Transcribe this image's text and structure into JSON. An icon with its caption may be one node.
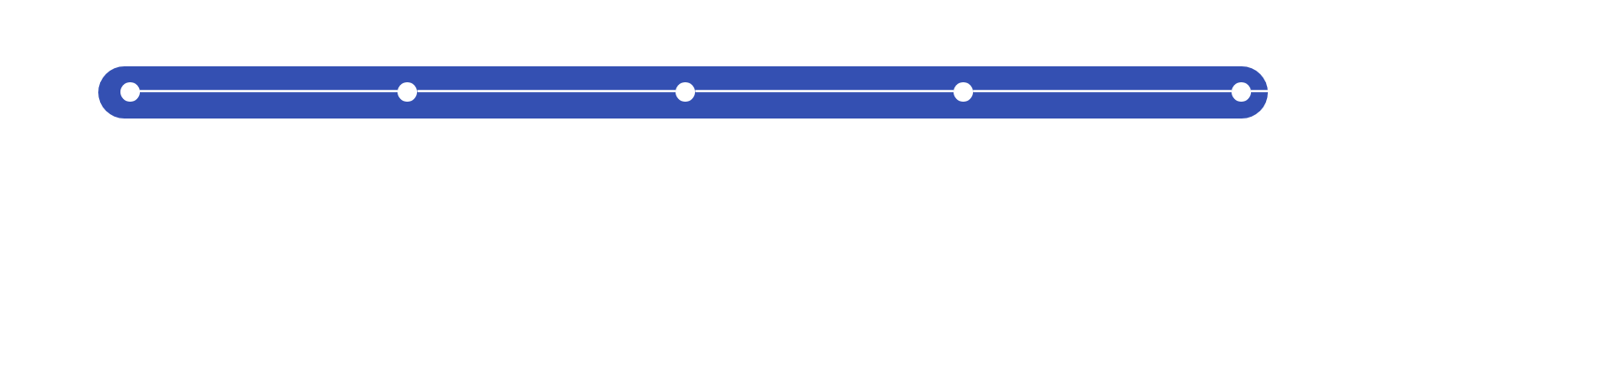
{
  "diagram": {
    "nodes": [
      {
        "text": [],
        "shape": "bar"
      },
      {
        "text": [],
        "shape": "circle",
        "in": 0
      },
      {
        "text": [],
        "shape": "circle",
        "in": 0
      },
      {
        "text": [],
        "shape": "circle",
        "in": 0
      },
      {
        "text": [],
        "shape": "circle",
        "in": 0
      },
      {
        "text": [],
        "shape": "circle",
        "in": 0
      }
    ],
    "edges": [
      {
        "from": 1,
        "to": 2,
        "arrow": "none"
      },
      {
        "from": 2,
        "to": 3,
        "arrow": "none"
      },
      {
        "from": 3,
        "to": 4,
        "arrow": "none"
      },
      {
        "from": 4,
        "to": 5,
        "arrow": "none"
      },
      {
        "from": 5,
        "to": null,
        "arrow": "none"
      }
    ]
  }
}
